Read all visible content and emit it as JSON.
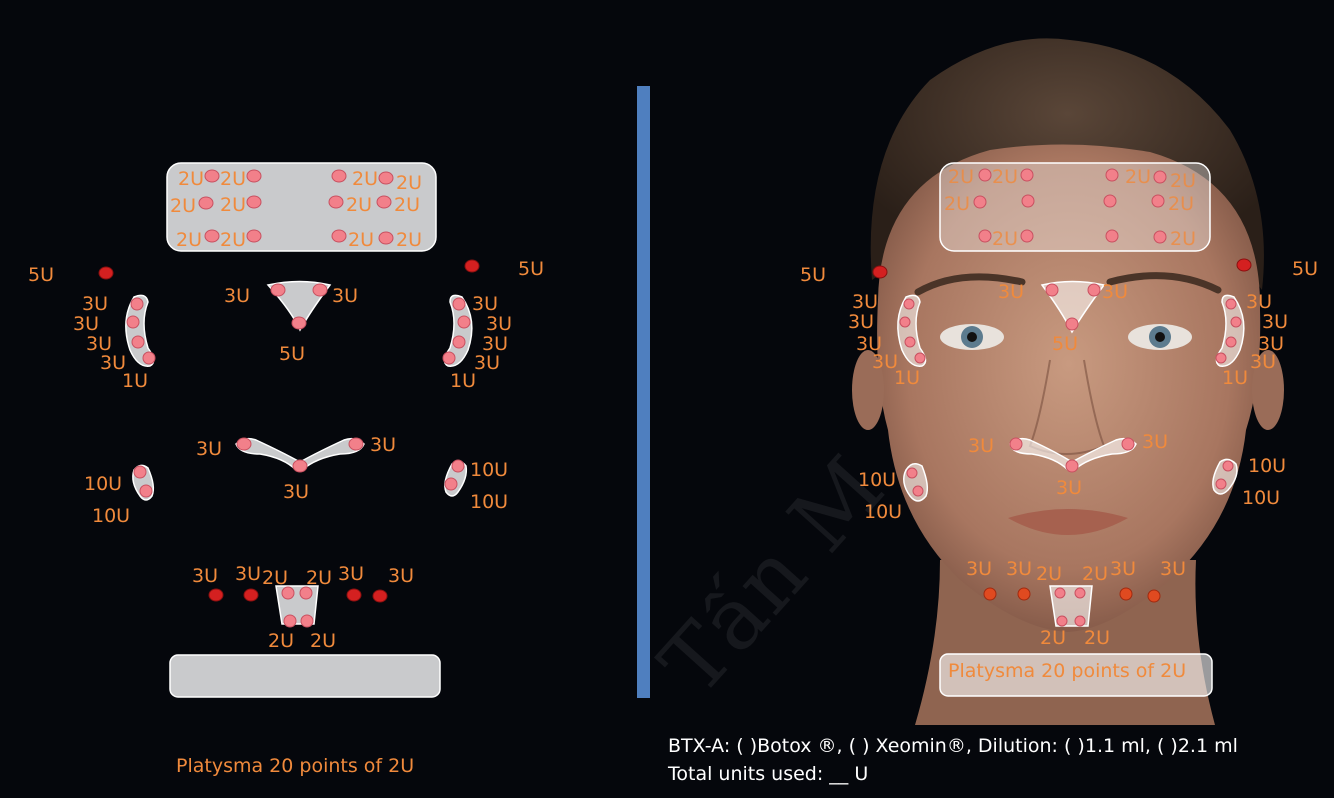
{
  "colors": {
    "background": "#05070c",
    "label_orange": "#f08a3c",
    "injection_point_light": "#f2808a",
    "injection_point_dark": "#d42020",
    "zone_fill": "#c9cacc",
    "divider_blue": "#4f7fbf",
    "caption_white": "#ffffff"
  },
  "units": {
    "u2": "2U",
    "u3": "3U",
    "u5": "5U",
    "u1": "1U",
    "u10": "10U"
  },
  "platysma_label": "Platysma 20 points of 2U",
  "footer": {
    "line1": "BTX-A:  ( )Botox ®, ( ) Xeomin®, Dilution: ( )1.1 ml, ( )2.1 ml",
    "line2": "Total units used: __ U"
  },
  "watermark": "Tấn M"
}
